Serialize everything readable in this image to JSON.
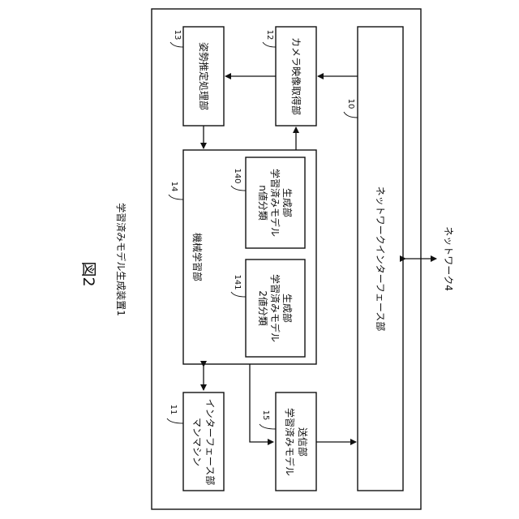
{
  "figure": {
    "title": "図2",
    "device_caption": "学習済みモデル生成装置1"
  },
  "blocks": {
    "network_interface": {
      "ref": "10",
      "label": "ネットワークインターフェース部"
    },
    "hmi": {
      "ref": "11",
      "label_line1": "マンマシン",
      "label_line2": "インターフェース部"
    },
    "camera": {
      "ref": "12",
      "label": "カメラ映像取得部"
    },
    "pose": {
      "ref": "13",
      "label": "姿勢推定処理部"
    },
    "ml": {
      "ref": "14",
      "label": "機械学習部"
    },
    "sender": {
      "ref": "15",
      "label_line1": "学習済みモデル",
      "label_line2": "送信部"
    },
    "nclass": {
      "ref": "140",
      "label_line1": "n値分類",
      "label_line2": "学習済みモデル",
      "label_line3": "生成部"
    },
    "binclass": {
      "ref": "141",
      "label_line1": "2値分類",
      "label_line2": "学習済みモデル",
      "label_line3": "生成部"
    }
  },
  "external": {
    "network": "ネットワーク4"
  }
}
